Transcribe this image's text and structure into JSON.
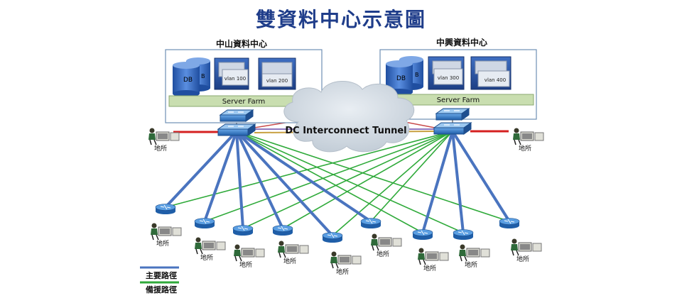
{
  "title": "雙資料中心示意圖",
  "datacenters": [
    {
      "name": "中山資料中心",
      "db_label": "DB",
      "db_back_label": "B",
      "vlans": [
        "vlan 100",
        "vlan 200"
      ],
      "farm_label": "Server Farm"
    },
    {
      "name": "中興資料中心",
      "db_label": "DB",
      "db_back_label": "B",
      "vlans": [
        "vlan 300",
        "vlan 400"
      ],
      "farm_label": "Server Farm"
    }
  ],
  "tunnel_label": "DC Interconnect Tunnel",
  "site_label": "地所",
  "legend": {
    "primary": "主要路徑",
    "backup": "備援路徑"
  },
  "colors": {
    "primary": "#4a74bf",
    "backup": "#2faa3a",
    "link": "#d52020",
    "title": "#1f3d8a",
    "farm": "#c9deb0",
    "server": "#2e5aa8"
  }
}
